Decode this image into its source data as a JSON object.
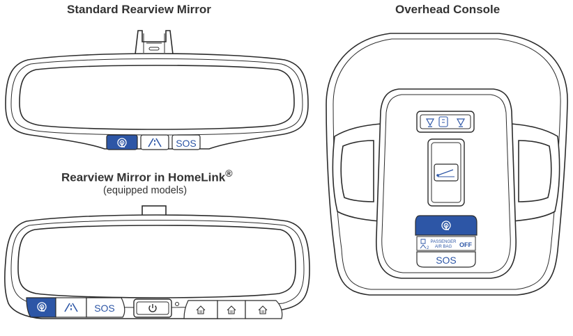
{
  "headings": {
    "standard_mirror": "Standard Rearview Mirror",
    "overhead_console": "Overhead Console",
    "homelink_mirror": "Rearview Mirror in HomeLink",
    "homelink_mark": "®",
    "homelink_note": "(equipped models)"
  },
  "buttons": {
    "sos": "SOS",
    "airbag_line1": "PASSENGER",
    "airbag_line2": "AIR BAG",
    "airbag_state": "OFF",
    "airbag_index": "2"
  },
  "icons": {
    "blue_link": "blue-link-touch-icon",
    "roadside": "roadside-assist-icon",
    "power": "power-icon",
    "garage": "garage-door-icon",
    "map_light": "map-light-icon",
    "sunroof": "sunroof-icon"
  },
  "colors": {
    "accent_blue": "#2d56a6",
    "outline": "#2b2b2b",
    "text": "#333333"
  }
}
